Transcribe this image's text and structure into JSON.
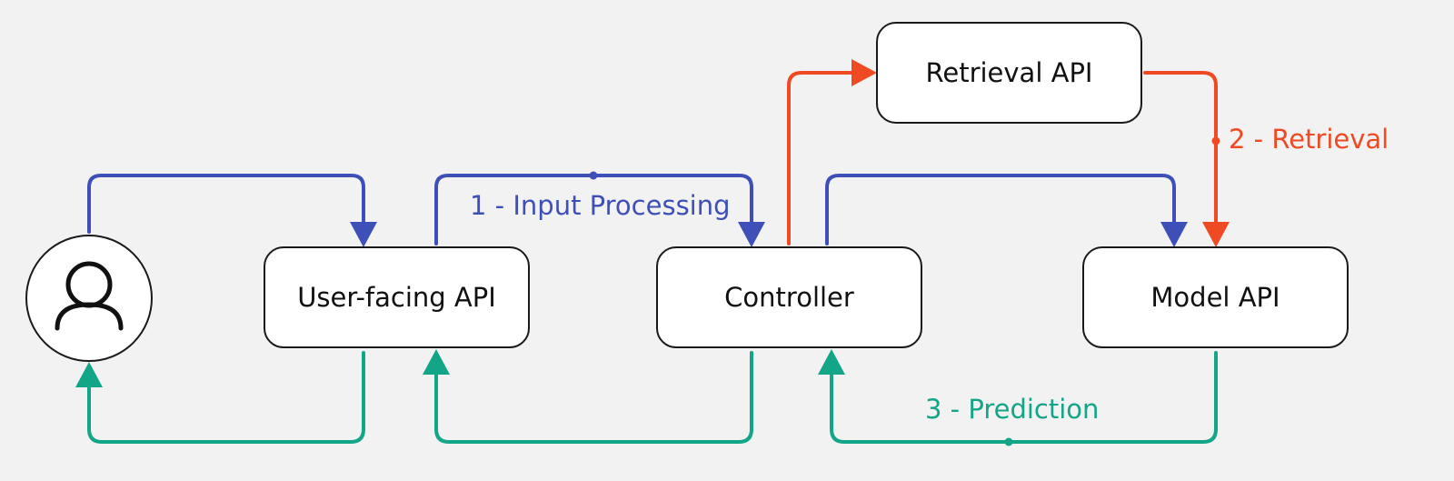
{
  "nodes": {
    "retrieval": "Retrieval API",
    "user_api": "User-facing API",
    "controller": "Controller",
    "model": "Model API"
  },
  "flows": {
    "input": {
      "label": "1 - Input Processing",
      "color": "#3f4fb8"
    },
    "retrieval": {
      "label": "2 - Retrieval",
      "color": "#f04a24"
    },
    "prediction": {
      "label": "3 - Prediction",
      "color": "#13a588"
    }
  },
  "icons": {
    "user": "user-icon"
  }
}
